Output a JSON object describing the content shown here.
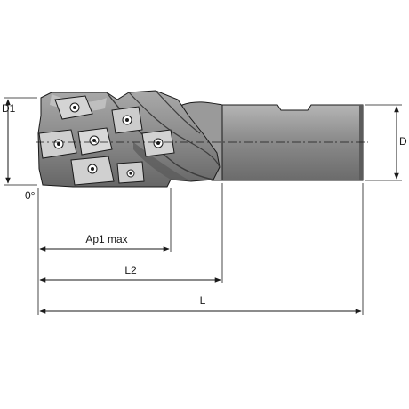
{
  "labels": {
    "d1": "D1",
    "d": "D",
    "angle": "0°",
    "ap1": "Ap1 max",
    "l2": "L2",
    "l": "L"
  },
  "colors": {
    "body": "#8f8f8f",
    "body_dark": "#5e5e5e",
    "body_light": "#c9c9c9",
    "line": "#1a1a1a",
    "dim": "#333333"
  }
}
